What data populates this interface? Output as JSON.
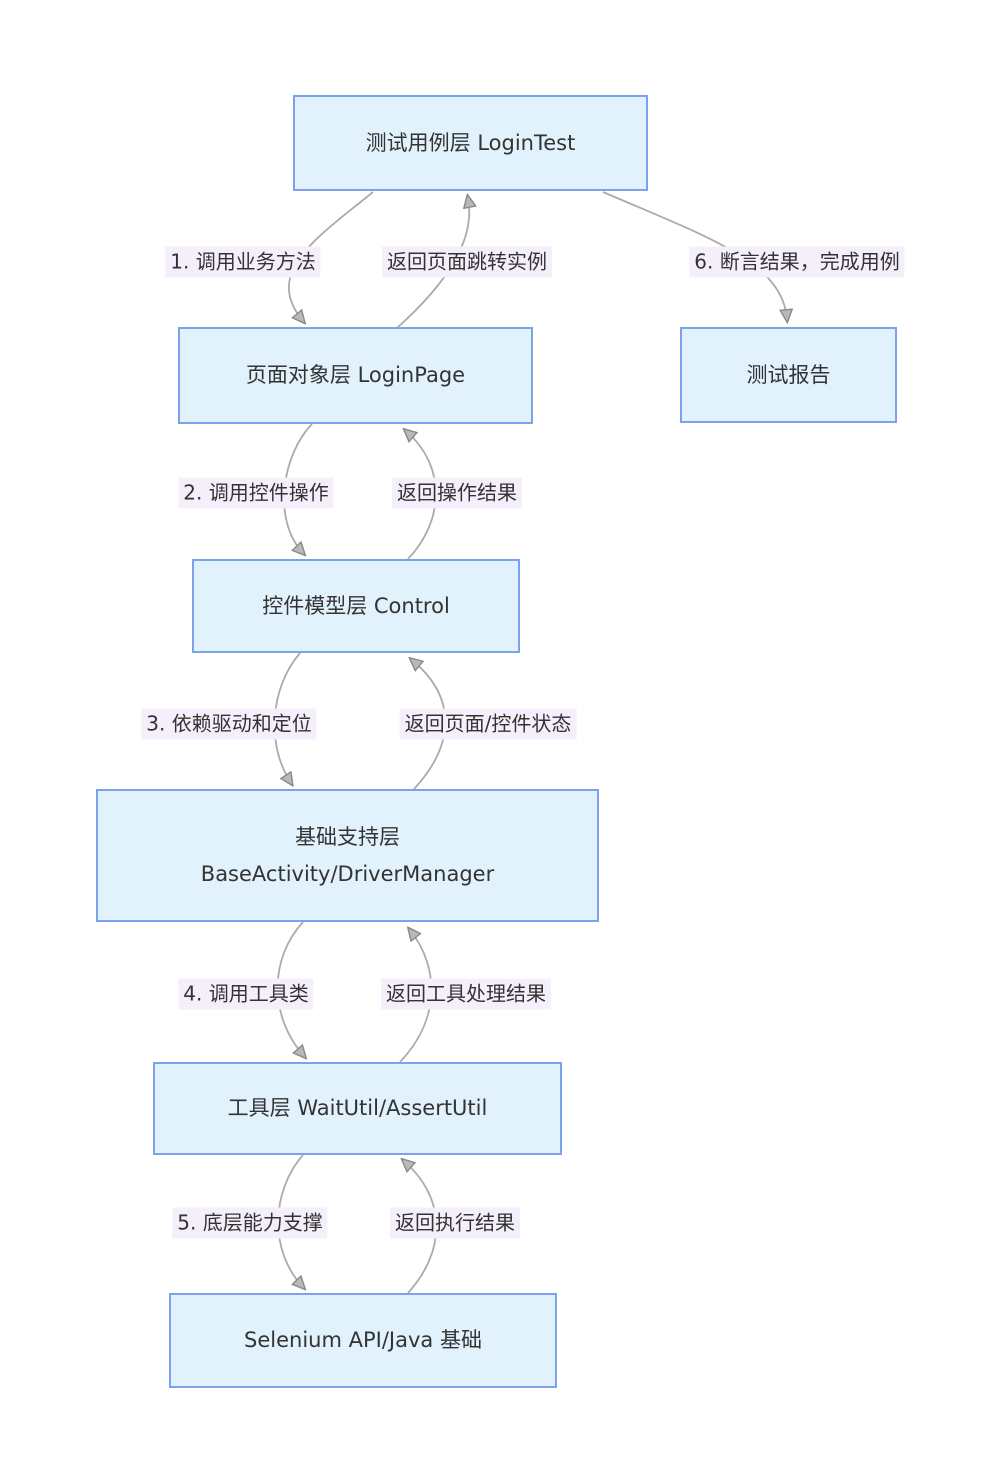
{
  "diagram": {
    "type": "flowchart",
    "direction": "top-down",
    "nodes": [
      {
        "id": "loginTest",
        "label": "测试用例层 LoginTest"
      },
      {
        "id": "loginPage",
        "label": "页面对象层 LoginPage"
      },
      {
        "id": "report",
        "label": "测试报告"
      },
      {
        "id": "control",
        "label": "控件模型层 Control"
      },
      {
        "id": "base",
        "label": "基础支持层\nBaseActivity/DriverManager"
      },
      {
        "id": "utils",
        "label": "工具层 WaitUtil/AssertUtil"
      },
      {
        "id": "selenium",
        "label": "Selenium API/Java 基础"
      }
    ],
    "edges": [
      {
        "from": "loginTest",
        "to": "loginPage",
        "label": "1. 调用业务方法"
      },
      {
        "from": "loginPage",
        "to": "loginTest",
        "label": "返回页面跳转实例"
      },
      {
        "from": "loginTest",
        "to": "report",
        "label": "6. 断言结果，完成用例"
      },
      {
        "from": "loginPage",
        "to": "control",
        "label": "2. 调用控件操作"
      },
      {
        "from": "control",
        "to": "loginPage",
        "label": "返回操作结果"
      },
      {
        "from": "control",
        "to": "base",
        "label": "3. 依赖驱动和定位"
      },
      {
        "from": "base",
        "to": "control",
        "label": "返回页面/控件状态"
      },
      {
        "from": "base",
        "to": "utils",
        "label": "4. 调用工具类"
      },
      {
        "from": "utils",
        "to": "base",
        "label": "返回工具处理结果"
      },
      {
        "from": "utils",
        "to": "selenium",
        "label": "5. 底层能力支撑"
      },
      {
        "from": "selenium",
        "to": "utils",
        "label": "返回执行结果"
      }
    ],
    "colors": {
      "node_fill": "#e1f2fc",
      "node_border": "#7aa3eb",
      "edge_line": "#ababab",
      "arrow_fill": "#b9b9b9",
      "arrow_stroke": "#8a8a8a",
      "label_bg": "#f4effb",
      "text": "#333333",
      "canvas_bg": "#ffffff"
    }
  }
}
